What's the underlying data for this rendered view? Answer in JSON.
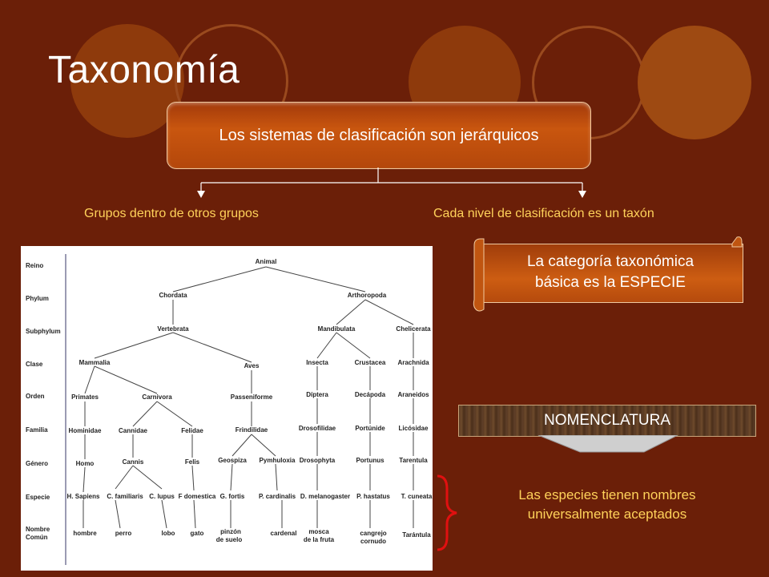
{
  "slide": {
    "title": "Taxonomía",
    "main_box": "Los sistemas de clasificación son jerárquicos",
    "branch_left": "Grupos dentro de otros grupos",
    "branch_right": "Cada nivel de clasificación es un taxón",
    "scroll_line1": "La categoría taxonómica",
    "scroll_line2": "básica es la ESPECIE",
    "nomenclature": "NOMENCLATURA",
    "species_line1": "Las especies tienen nombres",
    "species_line2": "universalmente aceptados"
  },
  "colors": {
    "background": "#6b1f08",
    "accent_orange": "#c9560f",
    "label_yellow": "#ffd25a",
    "brace_red": "#e01010"
  },
  "tree": {
    "ranks": [
      "Reino",
      "Phylum",
      "Subphylum",
      "Clase",
      "Orden",
      "Familia",
      "Género",
      "Especie",
      "Nombre",
      "Común"
    ],
    "taxa": {
      "animal": "Animal",
      "chordata": "Chordata",
      "arthropoda": "Arthoropoda",
      "vertebrata": "Vertebrata",
      "mandibulata": "Mandibulata",
      "chelicerata": "Chelicerata",
      "mammalia": "Mammalia",
      "aves": "Aves",
      "insecta": "Insecta",
      "crustacea": "Crustacea",
      "arachnida": "Arachnida",
      "primates": "Primates",
      "carnivora": "Carnivora",
      "passeriforme": "Passeniforme",
      "diptera": "Díptera",
      "decapoda": "Decápoda",
      "araneidos": "Araneidos",
      "hominidae": "Hominidae",
      "cannidae": "Cannidae",
      "felidae": "Felidae",
      "fringilidae": "Frindilidae",
      "drosofilidae": "Drosofilidae",
      "portunidae": "Portúnide",
      "licosidae": "Licósidae",
      "homo": "Homo",
      "cannis": "Cannis",
      "felis": "Felis",
      "geospiza": "Geospiza",
      "pyrrhuloxia": "Pymhuloxia",
      "drosophyta": "Drosophyta",
      "portunus": "Portunus",
      "tarentula": "Tarentula",
      "h_sapiens": "H. Sapiens",
      "c_familiaris": "C. familiaris",
      "c_lupus": "C. lupus",
      "f_domestica": "F domestica",
      "g_fortis": "G. fortis",
      "p_cardinalis": "P. cardinalis",
      "d_melanogaster": "D. melanogaster",
      "p_hastatus": "P. hastatus",
      "t_cuneata": "T. cuneata",
      "hombre": "hombre",
      "perro": "perro",
      "lobo": "lobo",
      "gato": "gato",
      "pinzon_1": "pinzón",
      "pinzon_2": "de suelo",
      "cardenal": "cardenal",
      "mosca_1": "mosca",
      "mosca_2": "de la fruta",
      "cangrejo_1": "cangrejo",
      "cangrejo_2": "cornudo",
      "tarantula": "Tarántula"
    }
  }
}
